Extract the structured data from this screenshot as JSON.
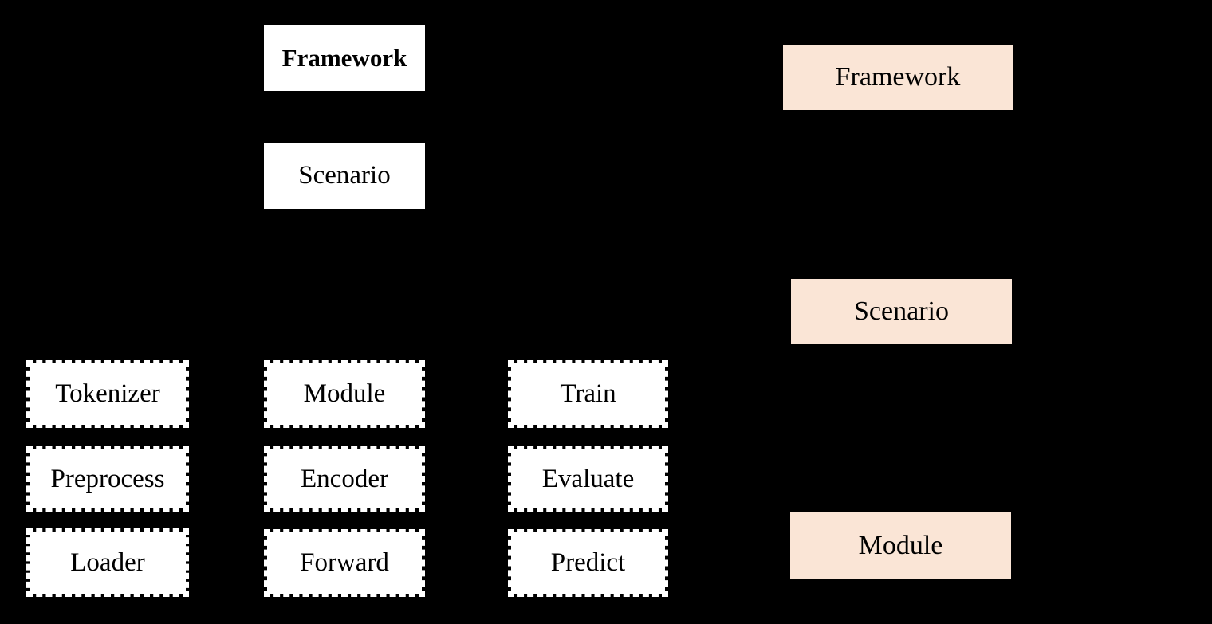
{
  "diagram": {
    "background_color": "#000000",
    "text_color": "#000000",
    "colors": {
      "solid_box_fill": "#ffffff",
      "dashed_box_fill": "#ffffff",
      "dashed_box_border": "#ffffff",
      "legend_box_fill": "#fae5d6"
    },
    "hierarchy": {
      "framework": {
        "label": "Framework"
      },
      "scenario": {
        "label": "Scenario"
      },
      "components": {
        "columns": [
          {
            "items": [
              "Tokenizer",
              "Preprocess",
              "Loader"
            ]
          },
          {
            "items": [
              "Module",
              "Encoder",
              "Forward"
            ]
          },
          {
            "items": [
              "Train",
              "Evaluate",
              "Predict"
            ]
          }
        ],
        "tokenizer": {
          "label": "Tokenizer"
        },
        "preprocess": {
          "label": "Preprocess"
        },
        "loader": {
          "label": "Loader"
        },
        "module": {
          "label": "Module"
        },
        "encoder": {
          "label": "Encoder"
        },
        "forward": {
          "label": "Forward"
        },
        "train": {
          "label": "Train"
        },
        "evaluate": {
          "label": "Evaluate"
        },
        "predict": {
          "label": "Predict"
        }
      }
    },
    "legend": {
      "framework": {
        "label": "Framework"
      },
      "scenario": {
        "label": "Scenario"
      },
      "module": {
        "label": "Module"
      }
    }
  }
}
